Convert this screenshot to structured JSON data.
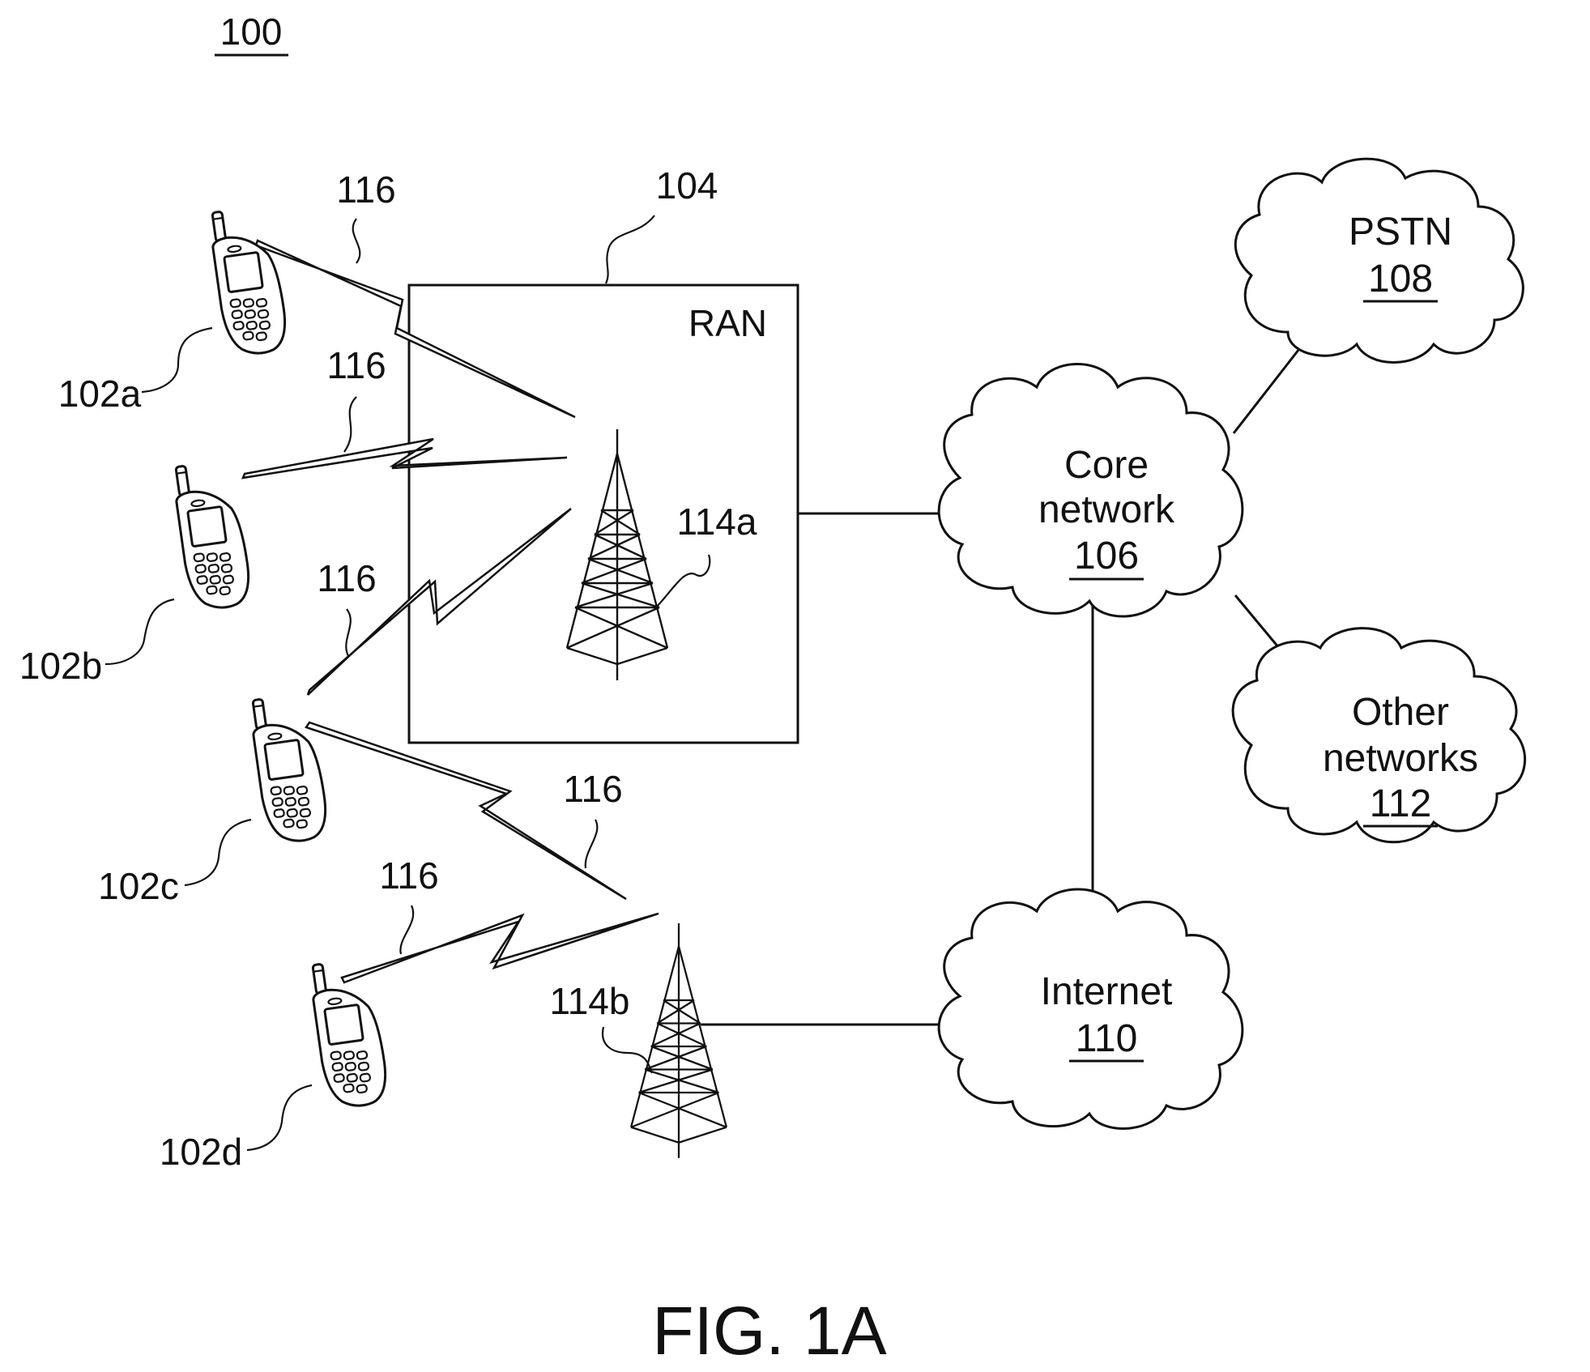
{
  "figure": {
    "ref_number": "100",
    "caption": "FIG. 1A"
  },
  "ran": {
    "label": "RAN",
    "ref": "104"
  },
  "base_stations": [
    {
      "ref": "114a"
    },
    {
      "ref": "114b"
    }
  ],
  "wtrus": [
    {
      "ref": "102a"
    },
    {
      "ref": "102b"
    },
    {
      "ref": "102c"
    },
    {
      "ref": "102d"
    }
  ],
  "air_interface_ref": "116",
  "networks": {
    "core": {
      "line1": "Core",
      "line2": "network",
      "ref": "106"
    },
    "pstn": {
      "line1": "PSTN",
      "ref": "108"
    },
    "internet": {
      "line1": "Internet",
      "ref": "110"
    },
    "other": {
      "line1": "Other",
      "line2": "networks",
      "ref": "112"
    }
  }
}
